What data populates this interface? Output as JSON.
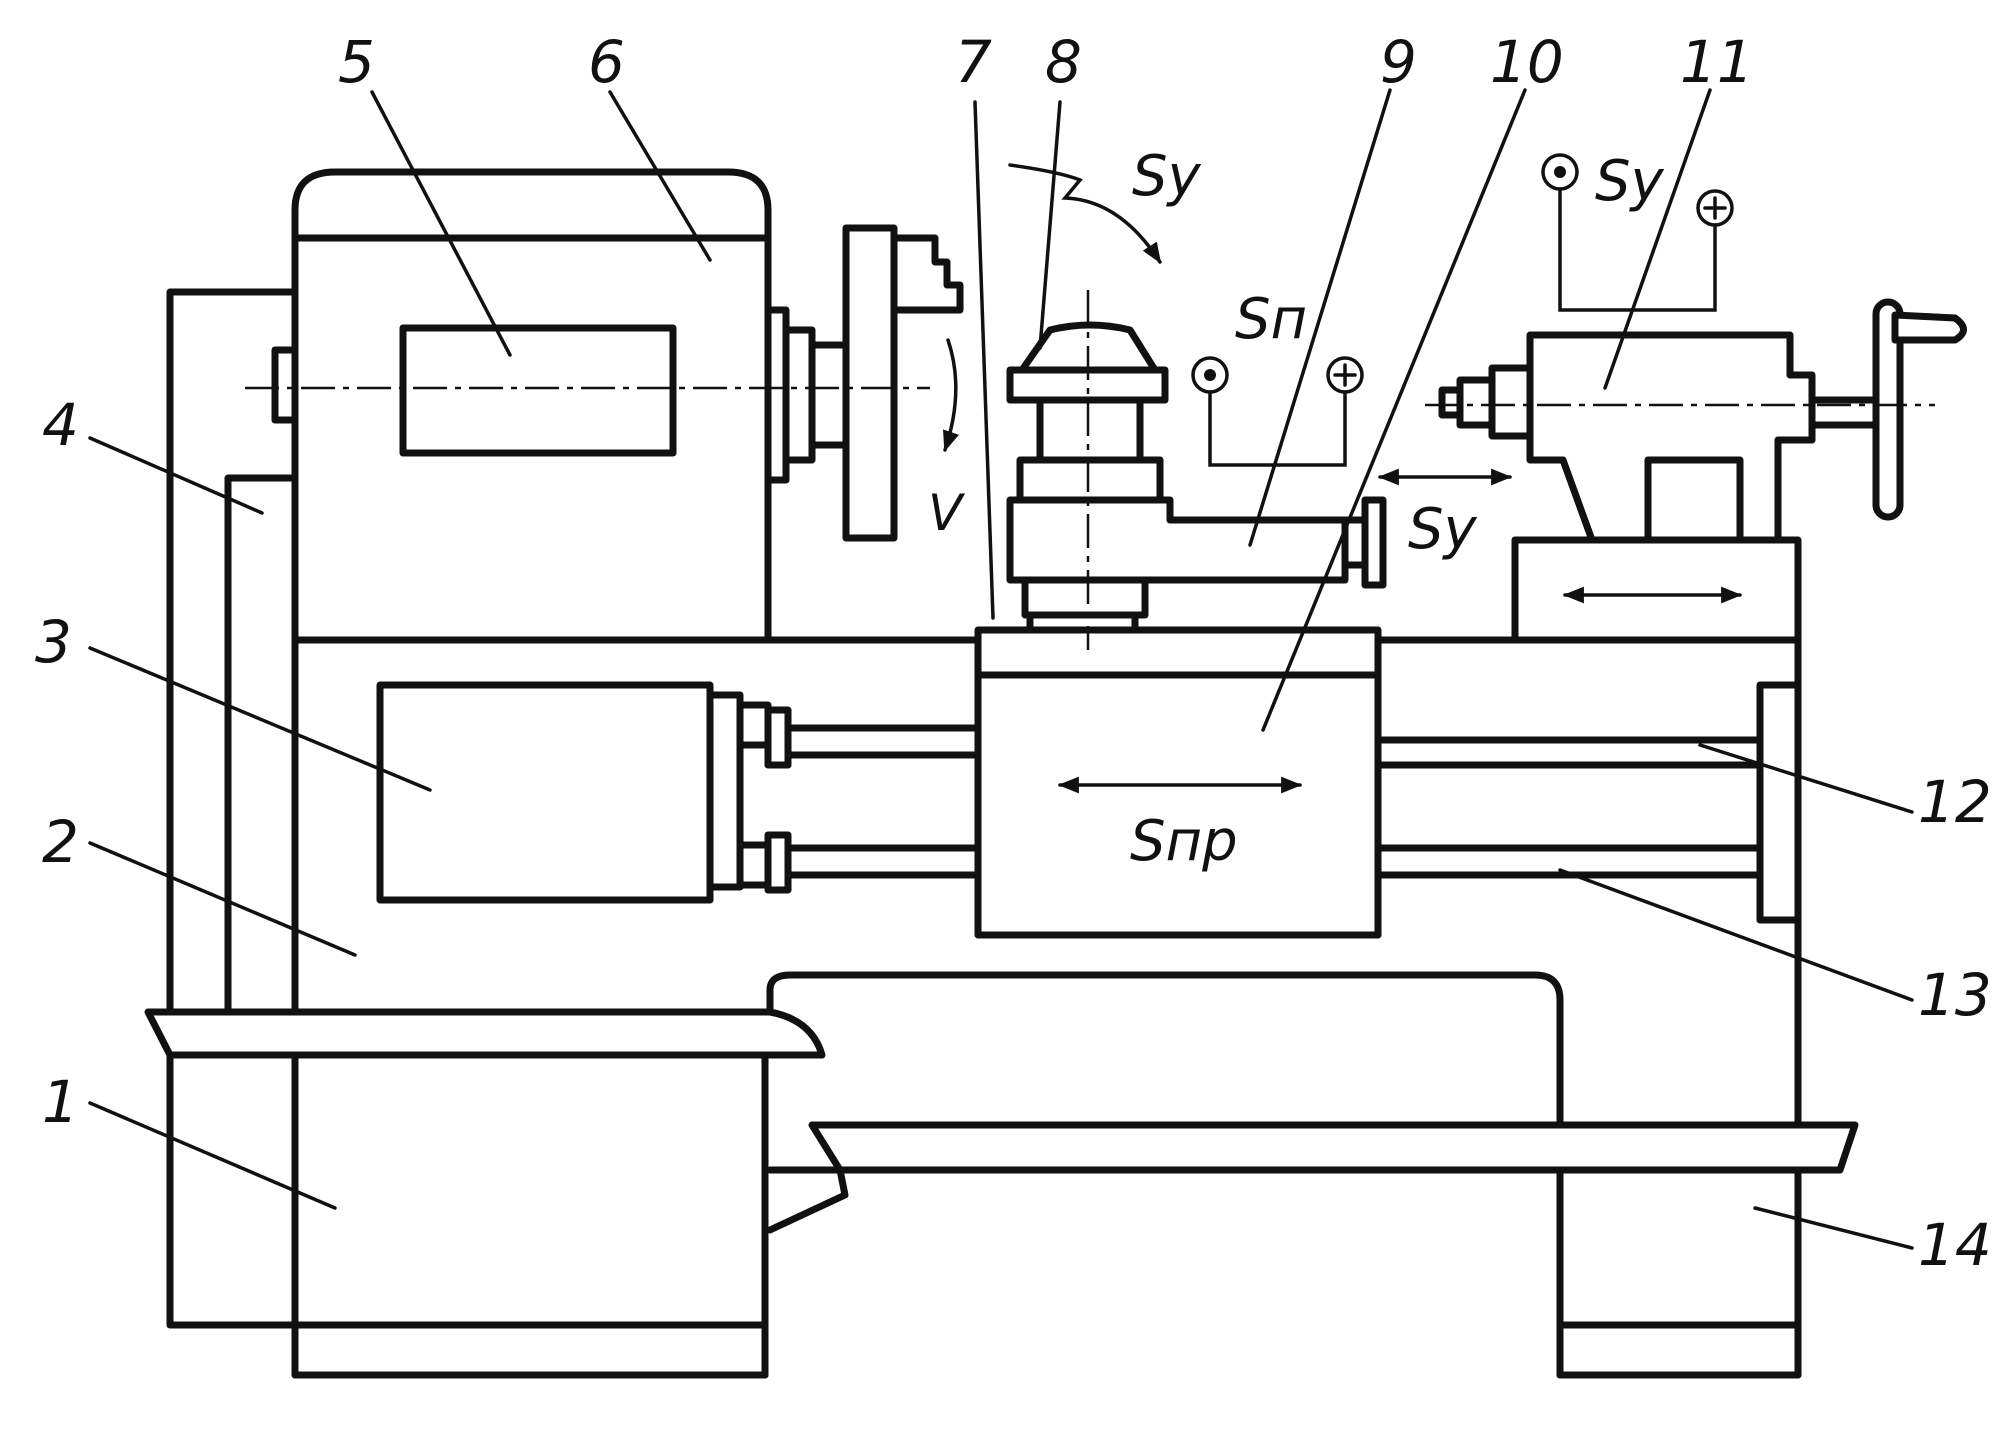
{
  "parts": [
    {
      "number": "1"
    },
    {
      "number": "2"
    },
    {
      "number": "3"
    },
    {
      "number": "4"
    },
    {
      "number": "5"
    },
    {
      "number": "6"
    },
    {
      "number": "7"
    },
    {
      "number": "8"
    },
    {
      "number": "9"
    },
    {
      "number": "10"
    },
    {
      "number": "11"
    },
    {
      "number": "12"
    },
    {
      "number": "13"
    },
    {
      "number": "14"
    }
  ],
  "motion": {
    "cutting_speed": "V",
    "longitudinal_feed": "Sпр",
    "cross_feed": "Sп",
    "accelerated_feed": "Sу"
  }
}
